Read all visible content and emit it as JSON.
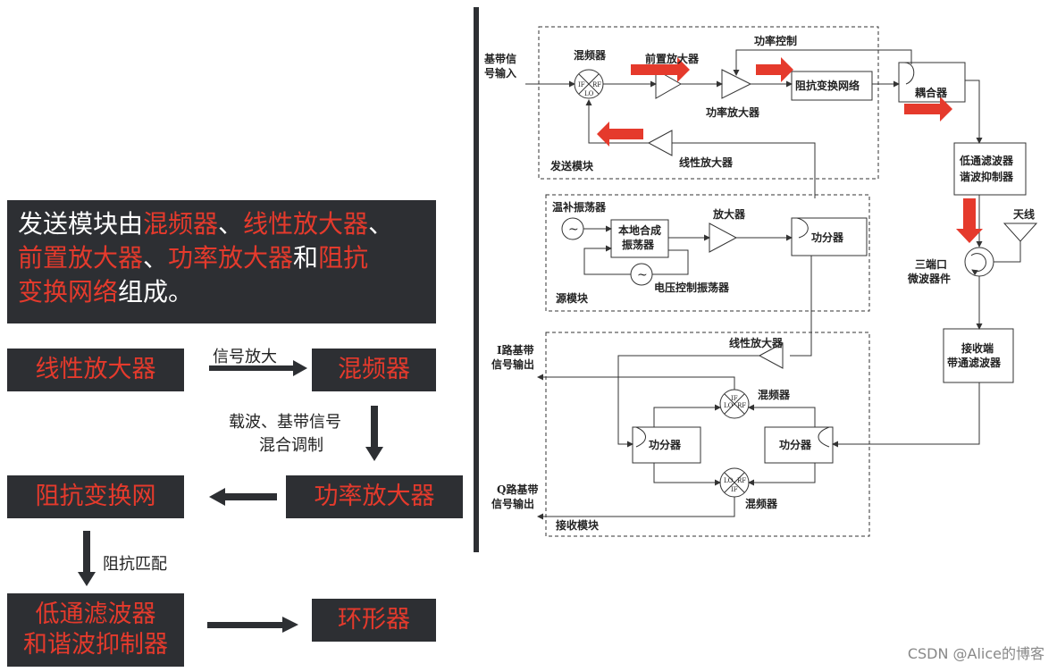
{
  "summary": {
    "p1": "发送模块由",
    "p2": "混频器",
    "p3": "、",
    "p4": "线性放大器",
    "p5": "、",
    "p6": "前置放大器",
    "p7": "、",
    "p8": "功率放大器",
    "p9": "和",
    "p10": "阻抗",
    "p11": "变换网络",
    "p12": "组成。"
  },
  "flow": {
    "linear_amp": "线性放大器",
    "mixer": "混频器",
    "impedance": "阻抗变换网",
    "power_amp": "功率放大器",
    "lowpass_line1": "低通滤波器",
    "lowpass_line2": "和谐波抑制器",
    "circulator": "环形器",
    "label_amplify": "信号放大",
    "label_mix1": "载波、基带信号",
    "label_mix2": "混合调制",
    "label_match": "阻抗匹配"
  },
  "diagram": {
    "baseband_in_1": "基带信",
    "baseband_in_2": "号输入",
    "mixer_top": "混频器",
    "preamp": "前置放大器",
    "power_ctrl": "功率控制",
    "impedance_net": "阻抗变换网络",
    "coupler": "耦合器",
    "power_amp": "功率放大器",
    "linear_amp_tx": "线性放大器",
    "tx_module": "发送模块",
    "lowpass_1": "低通滤波器",
    "lowpass_2": "谐波抑制器",
    "temp_osc": "温补振荡器",
    "local_synth_1": "本地合成",
    "local_synth_2": "振荡器",
    "amplifier": "放大器",
    "splitter": "功分器",
    "vco": "电压控制振荡器",
    "source_module": "源模块",
    "antenna": "天线",
    "circ_1": "三端口",
    "circ_2": "微波器件",
    "rx_filter_1": "接收端",
    "rx_filter_2": "带通滤波器",
    "i_out_1": "I路基带",
    "i_out_2": "信号输出",
    "linear_amp_rx": "线性放大器",
    "mixer_rx1": "混频器",
    "splitter_left": "功分器",
    "splitter_right": "功分器",
    "q_out_1": "Q路基带",
    "q_out_2": "信号输出",
    "mixer_rx2": "混频器",
    "rx_module": "接收模块",
    "port_if": "IF",
    "port_rf": "RF",
    "port_lo": "LO",
    "tilde": "~"
  },
  "watermark": "CSDN @Alice的博客",
  "colors": {
    "panel": "#2d2f33",
    "accent_red": "#e53a2c"
  }
}
